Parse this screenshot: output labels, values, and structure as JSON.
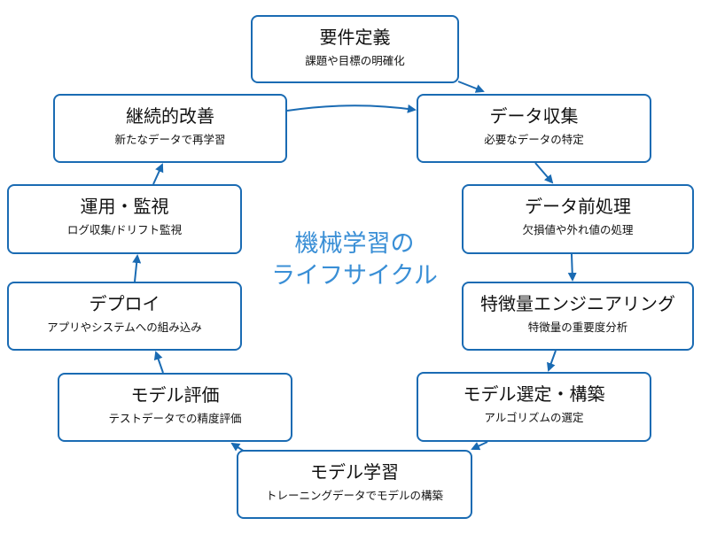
{
  "diagram": {
    "center_title": [
      "機械学習の",
      "ライフサイクル"
    ],
    "colors": {
      "border": "#1a6bb3",
      "arrow": "#1a6bb3",
      "center_text": "#3a8fd6",
      "text": "#111111"
    },
    "nodes": [
      {
        "title": "要件定義",
        "subtitle": "課題や目標の明確化"
      },
      {
        "title": "データ収集",
        "subtitle": "必要なデータの特定"
      },
      {
        "title": "データ前処理",
        "subtitle": "欠損値や外れ値の処理"
      },
      {
        "title": "特徴量エンジニアリング",
        "subtitle": "特徴量の重要度分析"
      },
      {
        "title": "モデル選定・構築",
        "subtitle": "アルゴリズムの選定"
      },
      {
        "title": "モデル学習",
        "subtitle": "トレーニングデータでモデルの構築"
      },
      {
        "title": "モデル評価",
        "subtitle": "テストデータでの精度評価"
      },
      {
        "title": "デプロイ",
        "subtitle": "アプリやシステムへの組み込み"
      },
      {
        "title": "運用・監視",
        "subtitle": "ログ収集/ドリフト監視"
      },
      {
        "title": "継続的改善",
        "subtitle": "新たなデータで再学習"
      }
    ]
  }
}
